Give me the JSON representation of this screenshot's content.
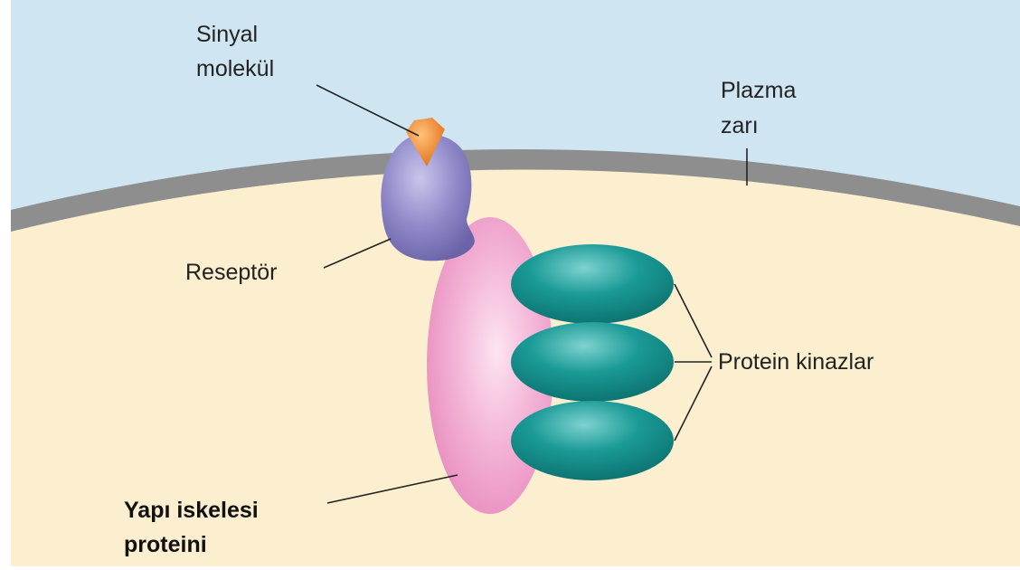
{
  "labels": {
    "signal_molecule": [
      "Sinyal",
      "molekül"
    ],
    "plasma_membrane": [
      "Plazma",
      "zarı"
    ],
    "receptor": "Reseptör",
    "protein_kinases": "Protein kinazlar",
    "scaffold_protein": [
      "Yapı iskelesi",
      "proteini"
    ]
  },
  "colors": {
    "extracellular": "#cfe6f2",
    "cytoplasm": "#fcefcf",
    "membrane": "#8e8e8e",
    "signal_molecule": "#f08a2a",
    "receptor": "#8c86c6",
    "scaffold_protein": "#f0a3cc",
    "kinase": "#14908c"
  },
  "kinase_count": 3
}
